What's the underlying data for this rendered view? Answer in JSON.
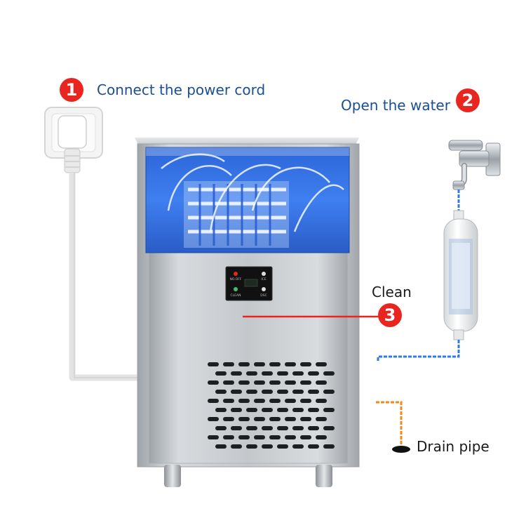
{
  "steps": [
    {
      "number": "1",
      "label": "Connect the power cord"
    },
    {
      "number": "2",
      "label": "Open the water"
    },
    {
      "number": "3",
      "label": "Clean"
    }
  ],
  "drain": {
    "label": "Drain pipe"
  },
  "panel": {
    "top_left": "NO.OFF",
    "top_right": "ICE",
    "bottom_left": "CLEAN",
    "bottom_right": "DSC"
  },
  "colors": {
    "accent": "#e8251f",
    "label_text": "#1b4f93",
    "water_line": "#2f7be0",
    "drain_line": "#f08a1c"
  }
}
